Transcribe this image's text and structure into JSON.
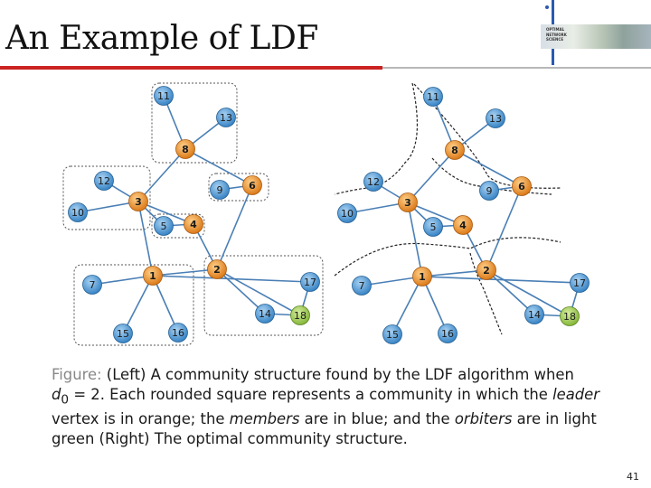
{
  "slide": {
    "title": "An Example of LDF",
    "page_number": "41"
  },
  "logo": {
    "lines": [
      "OPTIMAL",
      "NETWORK",
      "SCIENCE"
    ]
  },
  "caption": {
    "label": "Figure:",
    "part1": "(Left) A community structure found by the LDF algorithm when",
    "d0": "d",
    "d0_sub": "0",
    "part2": " = 2. Each rounded square represents a community in which the ",
    "leader": "leader",
    "part3": "vertex is in orange; the ",
    "members": "members",
    "part4": " are in blue; and the ",
    "orbiters": "orbiters",
    "part5": " are in light green (Right) The optimal community structure."
  },
  "colors": {
    "leader": "#e88a1c",
    "member": "#3f8fcf",
    "orbiter": "#8cbf3f",
    "edge": "#4a7fb5",
    "box": "#555555",
    "cut": "#222222"
  },
  "graph": {
    "nodes": [
      {
        "id": "1",
        "role": "leader"
      },
      {
        "id": "2",
        "role": "leader"
      },
      {
        "id": "3",
        "role": "leader"
      },
      {
        "id": "4",
        "role": "leader"
      },
      {
        "id": "5",
        "role": "member"
      },
      {
        "id": "6",
        "role": "leader"
      },
      {
        "id": "7",
        "role": "member"
      },
      {
        "id": "8",
        "role": "leader"
      },
      {
        "id": "9",
        "role": "member"
      },
      {
        "id": "10",
        "role": "member"
      },
      {
        "id": "11",
        "role": "member"
      },
      {
        "id": "12",
        "role": "member"
      },
      {
        "id": "13",
        "role": "member"
      },
      {
        "id": "14",
        "role": "member"
      },
      {
        "id": "15",
        "role": "member"
      },
      {
        "id": "16",
        "role": "member"
      },
      {
        "id": "17",
        "role": "member"
      },
      {
        "id": "18",
        "role": "orbiter"
      }
    ],
    "edges": [
      [
        "11",
        "8"
      ],
      [
        "13",
        "8"
      ],
      [
        "8",
        "6"
      ],
      [
        "8",
        "3"
      ],
      [
        "12",
        "3"
      ],
      [
        "10",
        "3"
      ],
      [
        "3",
        "5"
      ],
      [
        "3",
        "1"
      ],
      [
        "5",
        "4"
      ],
      [
        "4",
        "3"
      ],
      [
        "4",
        "2"
      ],
      [
        "9",
        "6"
      ],
      [
        "6",
        "2"
      ],
      [
        "1",
        "7"
      ],
      [
        "1",
        "15"
      ],
      [
        "1",
        "16"
      ],
      [
        "1",
        "2"
      ],
      [
        "1",
        "17"
      ],
      [
        "2",
        "14"
      ],
      [
        "2",
        "18"
      ],
      [
        "17",
        "18"
      ],
      [
        "14",
        "18"
      ]
    ]
  }
}
